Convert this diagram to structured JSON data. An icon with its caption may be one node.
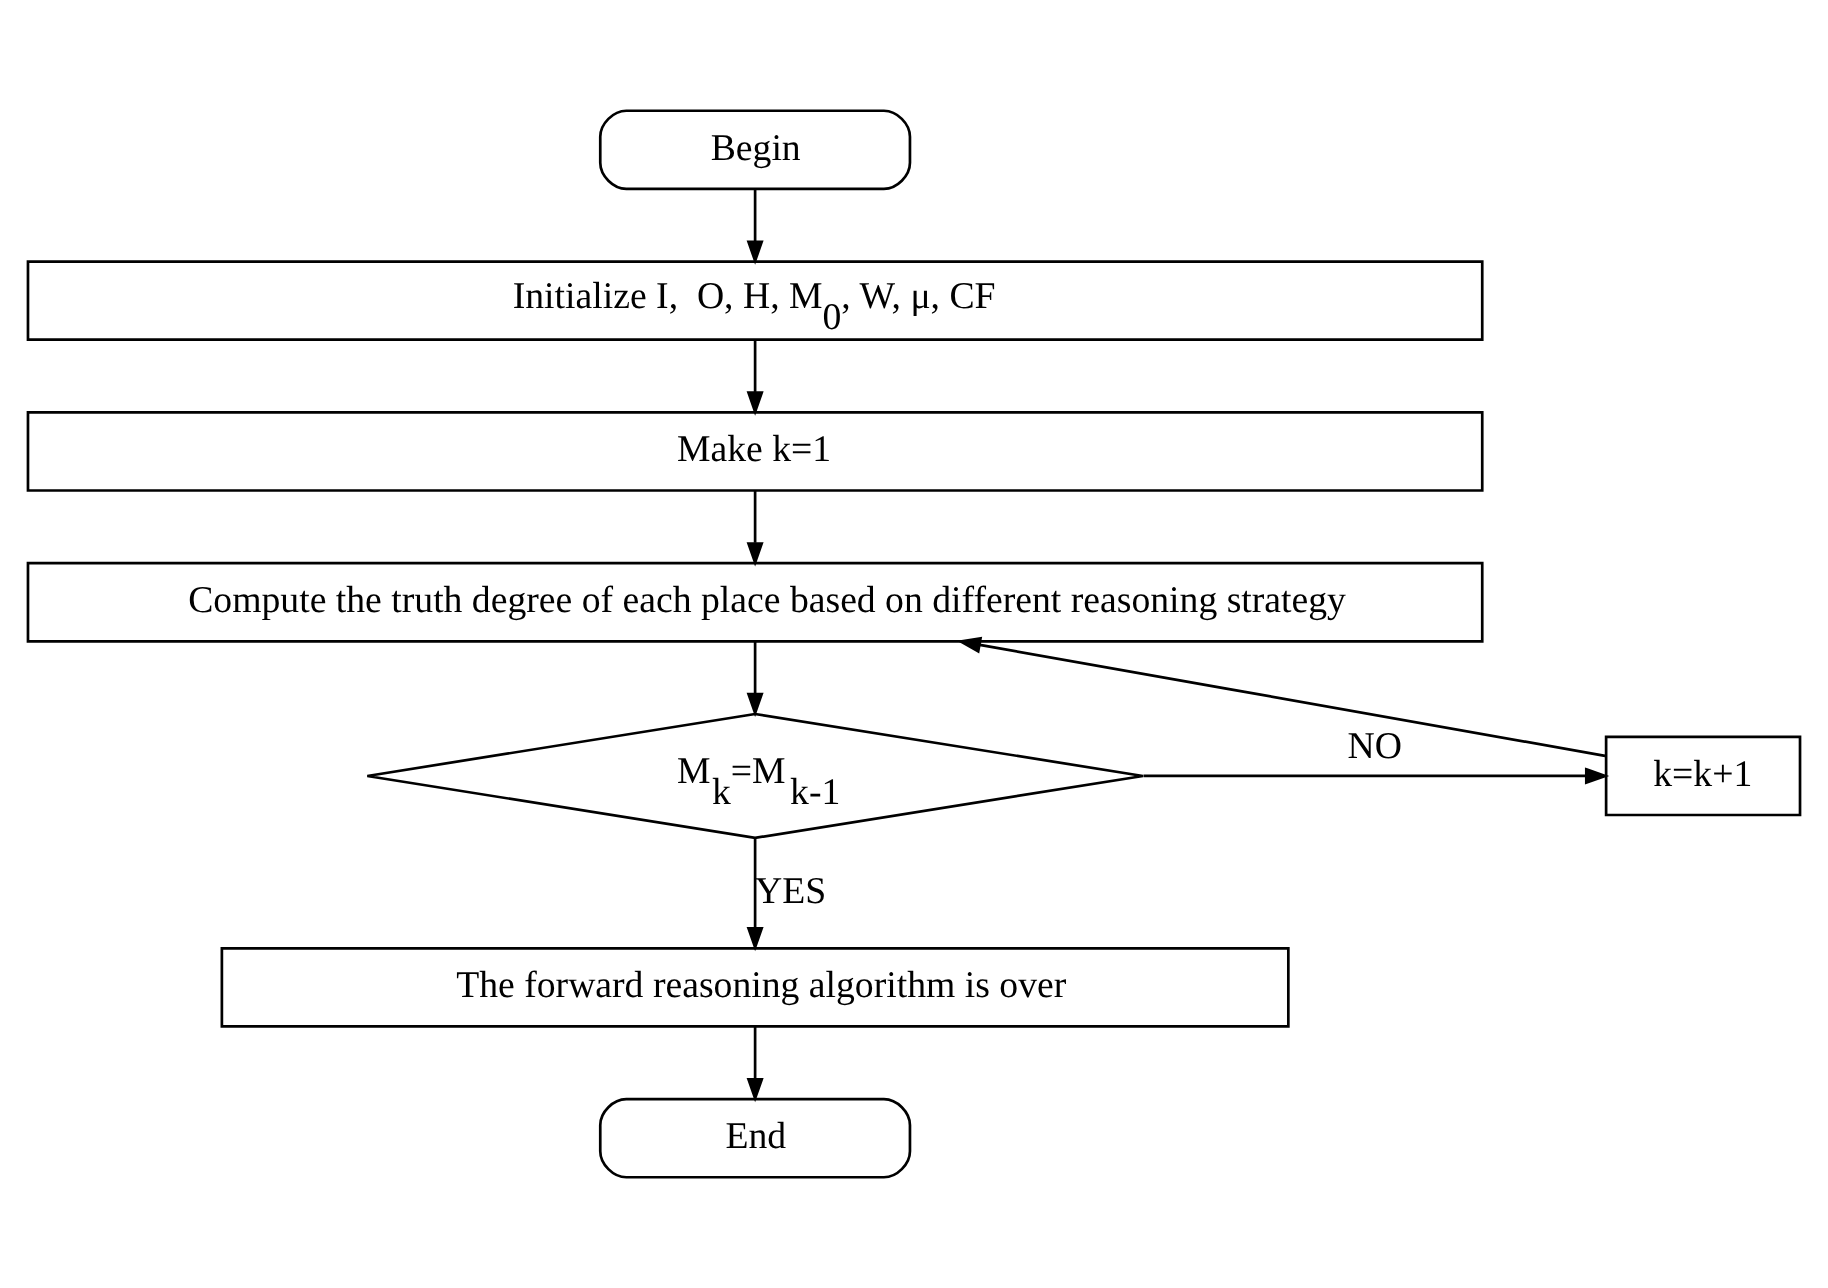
{
  "diagram": {
    "nodes": [
      {
        "text": [
          "Begin"
        ]
      },
      {
        "text": [
          "Initialize I,  O, H, M$_{0}$, W, μ, CF"
        ]
      },
      {
        "text": [
          "Make k=1"
        ]
      },
      {
        "text": [
          "Compute the truth degree of each place based on different reasoning strategy"
        ]
      },
      {
        "text": [
          "M$_{k}$=M$_{k-1}$"
        ]
      },
      {
        "text": [
          "k=k+1"
        ]
      },
      {
        "text": [
          "The forward reasoning algorithm is over"
        ]
      },
      {
        "text": [
          "End"
        ]
      }
    ],
    "edges": [
      {
        "from": 0,
        "to": 1,
        "arrow": "to"
      },
      {
        "from": 1,
        "to": 2,
        "arrow": "to"
      },
      {
        "from": 2,
        "to": 3,
        "arrow": "to"
      },
      {
        "from": 3,
        "to": 4,
        "arrow": "to"
      },
      {
        "from": 4,
        "to": 5,
        "arrow": "to",
        "label": "NO"
      },
      {
        "from": 5,
        "to": 3,
        "arrow": "to"
      },
      {
        "from": 4,
        "to": 6,
        "arrow": "to",
        "label": "YES"
      },
      {
        "from": 6,
        "to": 7,
        "arrow": "to"
      }
    ]
  }
}
